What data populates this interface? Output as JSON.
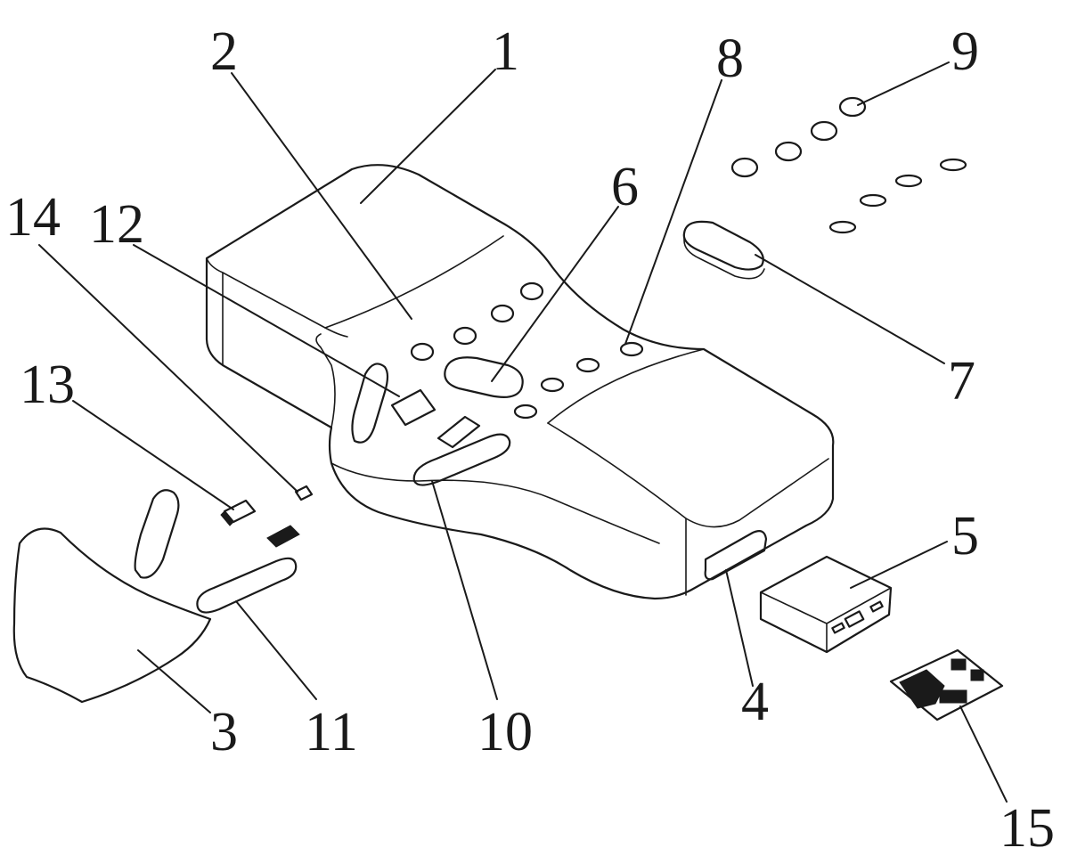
{
  "diagram": {
    "labels": [
      {
        "id": "1",
        "text": "1"
      },
      {
        "id": "2",
        "text": "2"
      },
      {
        "id": "3",
        "text": "3"
      },
      {
        "id": "4",
        "text": "4"
      },
      {
        "id": "5",
        "text": "5"
      },
      {
        "id": "6",
        "text": "6"
      },
      {
        "id": "7",
        "text": "7"
      },
      {
        "id": "8",
        "text": "8"
      },
      {
        "id": "9",
        "text": "9"
      },
      {
        "id": "10",
        "text": "10"
      },
      {
        "id": "11",
        "text": "11"
      },
      {
        "id": "12",
        "text": "12"
      },
      {
        "id": "13",
        "text": "13"
      },
      {
        "id": "14",
        "text": "14"
      },
      {
        "id": "15",
        "text": "15"
      }
    ]
  }
}
